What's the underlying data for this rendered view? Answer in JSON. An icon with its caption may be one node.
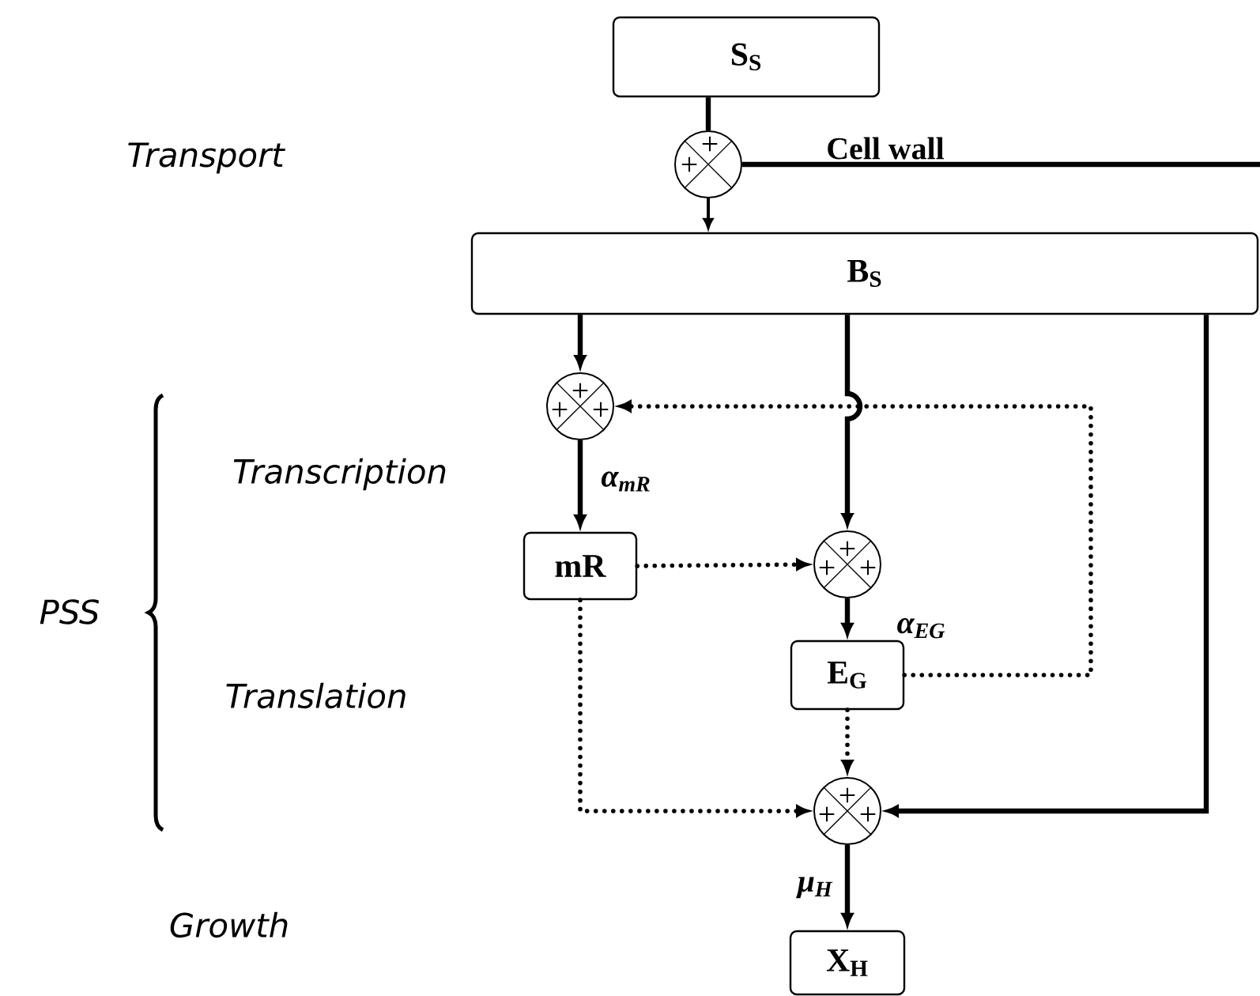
{
  "diagram": {
    "nodes": [
      {
        "text": [
          "S$_{S}$"
        ]
      },
      {
        "text": [
          "+",
          "+"
        ]
      },
      {
        "text": [
          "B$_{S}$"
        ]
      },
      {
        "text": [
          "+",
          "+",
          "+"
        ]
      },
      {
        "text": [
          "mR"
        ]
      },
      {
        "text": [
          "+",
          "+",
          "+"
        ]
      },
      {
        "text": [
          "E$_{G}$"
        ]
      },
      {
        "text": [
          "+",
          "+",
          "+"
        ]
      },
      {
        "text": [
          "X$_{H}$"
        ]
      }
    ],
    "edges": [
      {
        "from": 0,
        "to": 1,
        "arrow": "none"
      },
      {
        "from": 1,
        "to": 2,
        "arrow": "to"
      },
      {
        "from": 1,
        "to": null,
        "arrow": "none",
        "label": "Cell wall"
      },
      {
        "from": 2,
        "to": 3,
        "arrow": "to"
      },
      {
        "from": 2,
        "to": 5,
        "arrow": "to"
      },
      {
        "from": 2,
        "to": 7,
        "arrow": "to"
      },
      {
        "from": 3,
        "to": 4,
        "arrow": "to",
        "label": "α$_{mR}$"
      },
      {
        "from": 4,
        "to": 5,
        "arrow": "to",
        "style": "dashed"
      },
      {
        "from": 5,
        "to": 6,
        "arrow": "to",
        "label": "α$_{EG}$"
      },
      {
        "from": 6,
        "to": 3,
        "arrow": "to",
        "style": "dashed"
      },
      {
        "from": 4,
        "to": 7,
        "arrow": "to",
        "style": "dashed"
      },
      {
        "from": 6,
        "to": 7,
        "arrow": "to",
        "style": "dashed"
      },
      {
        "from": 7,
        "to": 8,
        "arrow": "to",
        "label": "μ$_{H}$"
      }
    ],
    "labels": [
      "Transport",
      "Transcription",
      "PSS",
      "Translation",
      "Growth"
    ]
  }
}
